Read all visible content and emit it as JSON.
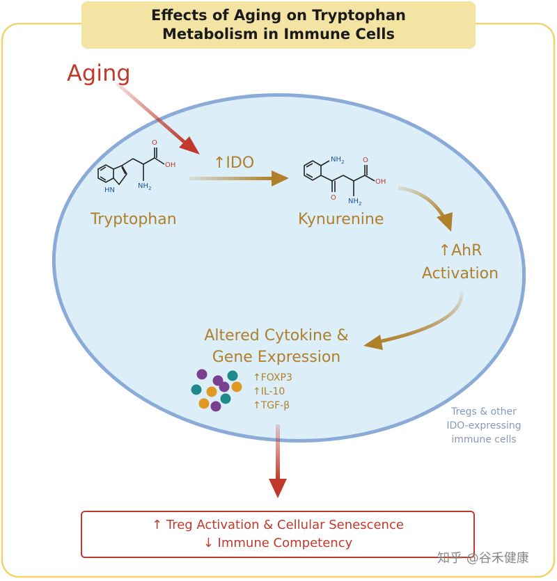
{
  "title": {
    "line1": "Effects of Aging on Tryptophan",
    "line2": "Metabolism in Immune Cells"
  },
  "labels": {
    "aging": "Aging",
    "ido": "↑IDO",
    "tryptophan": "Tryptophan",
    "kynurenine": "Kynurenine",
    "ahr_line1": "↑AhR",
    "ahr_line2": "Activation",
    "cytokine_line1": "Altered Cytokine &",
    "cytokine_line2": "Gene Expression",
    "cells_line1": "Tregs & other",
    "cells_line2": "IDO-expressing",
    "cells_line3": "immune cells"
  },
  "genes": [
    "↑FOXP3",
    "↑IL-10",
    "↑TGF-β"
  ],
  "molecules": {
    "tryptophan": {
      "hn": "HN",
      "o": "O",
      "oh": "OH",
      "nh2": "NH2"
    },
    "kynurenine": {
      "nh2_ring": "NH2",
      "o_ketone": "O",
      "o_acid": "O",
      "oh": "OH",
      "nh2": "NH2"
    }
  },
  "outcome": {
    "line1": "↑ Treg Activation & Cellular Senescence",
    "line2": "↓ Immune Competency"
  },
  "watermark": "知乎 @谷禾健康",
  "colors": {
    "red": "#c0392b",
    "gold": "#b07f2a",
    "cell_fill": "#dceef8",
    "cell_border": "#8aaad8",
    "frame": "#f0d36a",
    "title_bg": "#f3e4a4",
    "particle_purple": "#7a3f8e",
    "particle_teal": "#1e8a8a",
    "particle_orange": "#e09a24"
  }
}
